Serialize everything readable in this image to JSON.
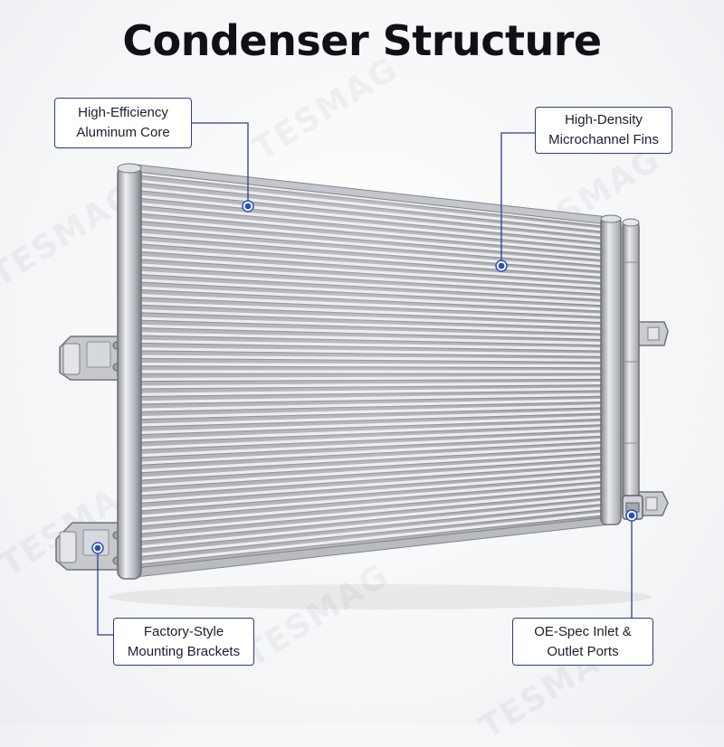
{
  "title": "Condenser Structure",
  "watermark": "TESMAG",
  "callouts": {
    "core": {
      "line1": "High-Efficiency",
      "line2": "Aluminum Core"
    },
    "fins": {
      "line1": "High-Density",
      "line2": "Microchannel Fins"
    },
    "brackets": {
      "line1": "Factory-Style",
      "line2": "Mounting Brackets"
    },
    "ports": {
      "line1": "OE-Spec Inlet &",
      "line2": "Outlet Ports"
    }
  },
  "colors": {
    "accent": "#2f3e85",
    "dot": "#2c4fb8",
    "aluminum": "#c9ccd1"
  }
}
